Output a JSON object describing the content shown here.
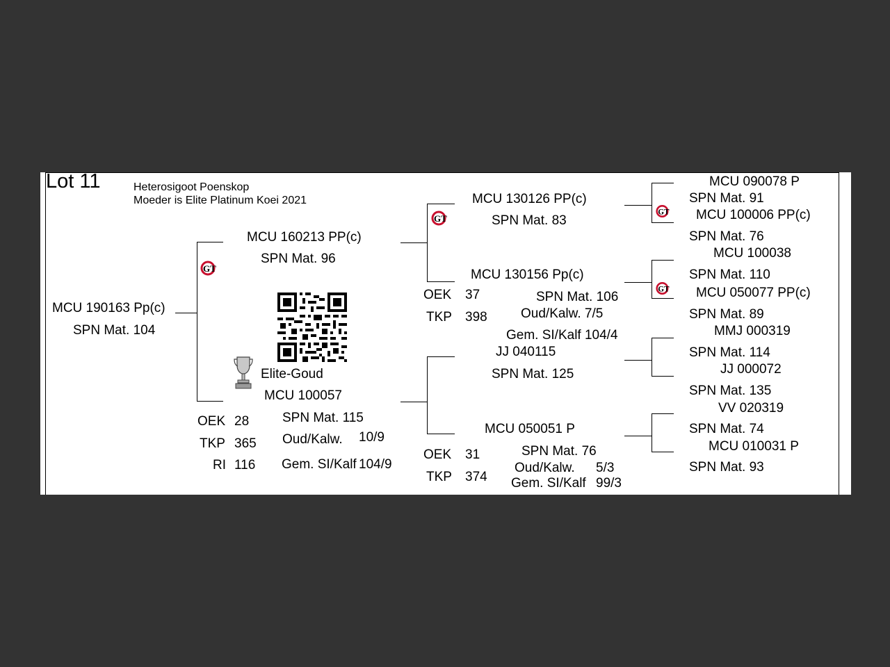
{
  "header": {
    "lot": "Lot 11",
    "line1": "Heterosigoot Poenskop",
    "line2": "Moeder is Elite Platinum Koei 2021"
  },
  "animal": {
    "id": "MCU 190163  Pp(c)",
    "spn": "SPN Mat. 104"
  },
  "sire": {
    "id": "MCU 160213  PP(c)",
    "spn": "SPN Mat. 96"
  },
  "dam": {
    "award": "Elite-Goud",
    "id": "MCU 100057",
    "spn": "SPN Mat. 115",
    "oud_label": "Oud/Kalw.",
    "oud_value": "10/9",
    "gem": "Gem. SI/Kalf",
    "gem_value": "104/9",
    "oek_label": "OEK",
    "oek_value": "28",
    "tkp_label": "TKP",
    "tkp_value": "365",
    "ri_label": "RI",
    "ri_value": "116"
  },
  "ss": {
    "id": "MCU 130126  PP(c)",
    "spn": "SPN Mat. 83"
  },
  "sd": {
    "id": "MCU 130156   Pp(c)",
    "spn": "SPN Mat. 106",
    "oud": "Oud/Kalw.  7/5",
    "gem": "Gem. SI/Kalf  104/4",
    "oek_label": "OEK",
    "oek_value": "37",
    "tkp_label": "TKP",
    "tkp_value": "398"
  },
  "ds": {
    "id": "JJ  040115",
    "spn": "SPN Mat. 125"
  },
  "dd": {
    "id": "MCU 050051  P",
    "spn": "SPN Mat. 76",
    "oud_label": "Oud/Kalw.",
    "oud_value": "5/3",
    "gem_label": "Gem. SI/Kalf",
    "gem_value": "99/3",
    "oek_label": "OEK",
    "oek_value": "31",
    "tkp_label": "TKP",
    "tkp_value": "374"
  },
  "gen3": [
    {
      "id": "MCU 090078  P",
      "spn": "SPN Mat. 91"
    },
    {
      "id": "MCU 100006  PP(c)",
      "spn": "SPN Mat. 76"
    },
    {
      "id": "MCU 100038",
      "spn": "SPN Mat. 110"
    },
    {
      "id": "MCU 050077  PP(c)",
      "spn": "SPN Mat. 89"
    },
    {
      "id": "MMJ 000319",
      "spn": "SPN Mat. 114"
    },
    {
      "id": "JJ  000072",
      "spn": "SPN Mat. 135"
    },
    {
      "id": "VV  020319",
      "spn": "SPN Mat. 74"
    },
    {
      "id": "MCU 010031  P",
      "spn": "SPN Mat. 93"
    }
  ],
  "logo": {
    "text": "GT"
  },
  "colors": {
    "page_bg": "#333333",
    "sheet_bg": "#ffffff",
    "logo_red": "#c8102e"
  }
}
